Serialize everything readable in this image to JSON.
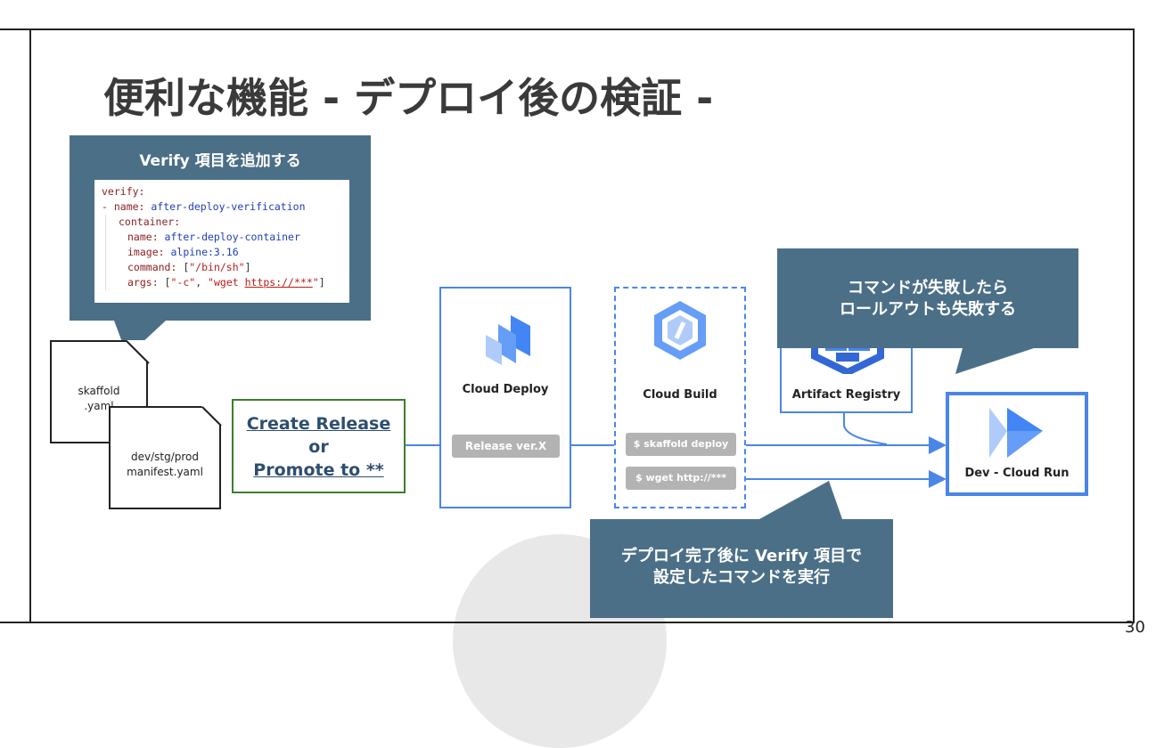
{
  "title": "便利な機能 - デプロイ後の検証 -",
  "verify_callout": {
    "heading": "Verify 項目を追加する",
    "code": {
      "l1_key": "verify:",
      "l2_dash": "- ",
      "l2_key": "name: ",
      "l2_val": "after-deploy-verification",
      "l3_key": "container:",
      "l4_key": "name: ",
      "l4_val": "after-deploy-container",
      "l5_key": "image: ",
      "l5_val": "alpine:3.16",
      "l6_key": "command: ",
      "l6_open": "[",
      "l6_val": "\"/bin/sh\"",
      "l6_close": "]",
      "l7_key": "args: ",
      "l7_open": "[",
      "l7_val1": "\"-c\"",
      "l7_sep": ", ",
      "l7_val2a": "\"wget ",
      "l7_url": "https://***",
      "l7_val2b": "\"",
      "l7_close": "]"
    }
  },
  "files": {
    "skaffold_line1": "skaffold",
    "skaffold_line2": ".yaml",
    "manifest_line1": "dev/stg/prod",
    "manifest_line2": "manifest.yaml"
  },
  "trigger": {
    "line1": "Create Release",
    "line2": "or",
    "line3": "Promote to **"
  },
  "cloud_deploy": {
    "label": "Cloud Deploy",
    "pill": "Release ver.X"
  },
  "cloud_build": {
    "label": "Cloud Build",
    "pill1": "$ skaffold deploy",
    "pill2": "$ wget http://***"
  },
  "artifact_registry": {
    "label": "Artifact Registry"
  },
  "cloud_run": {
    "label": "Dev - Cloud Run"
  },
  "fail_callout": {
    "line1": "コマンドが失敗したら",
    "line2": "ロールアウトも失敗する"
  },
  "done_callout": {
    "line1": "デプロイ完了後に Verify 項目で",
    "line2": "設定したコマンドを実行"
  },
  "page_number": "30",
  "colors": {
    "callout": "#4b6f87",
    "accent_blue": "#4a86e8",
    "trigger_green": "#3e7d2f",
    "pill_gray": "#b3b3b3"
  }
}
